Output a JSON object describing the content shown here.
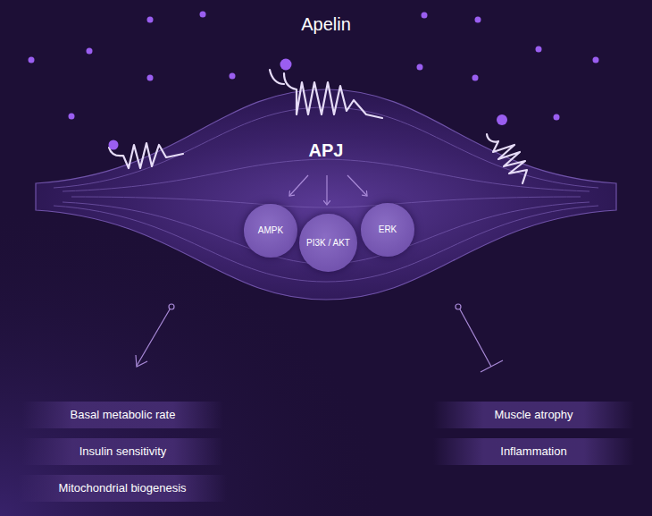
{
  "diagram": {
    "title": "Apelin",
    "nodes": [
      {
        "text": [
          "AMPK"
        ]
      },
      {
        "text": [
          "PI3K / AKT"
        ]
      },
      {
        "text": [
          "ERK"
        ]
      },
      {
        "text": [
          "Basal metabolic rate"
        ]
      },
      {
        "text": [
          "Insulin sensitivity"
        ]
      },
      {
        "text": [
          "Mitochondrial biogenesis"
        ]
      },
      {
        "text": [
          "Muscle atrophy"
        ]
      },
      {
        "text": [
          "Inflammation"
        ]
      }
    ],
    "labels": [
      "APJ"
    ]
  }
}
